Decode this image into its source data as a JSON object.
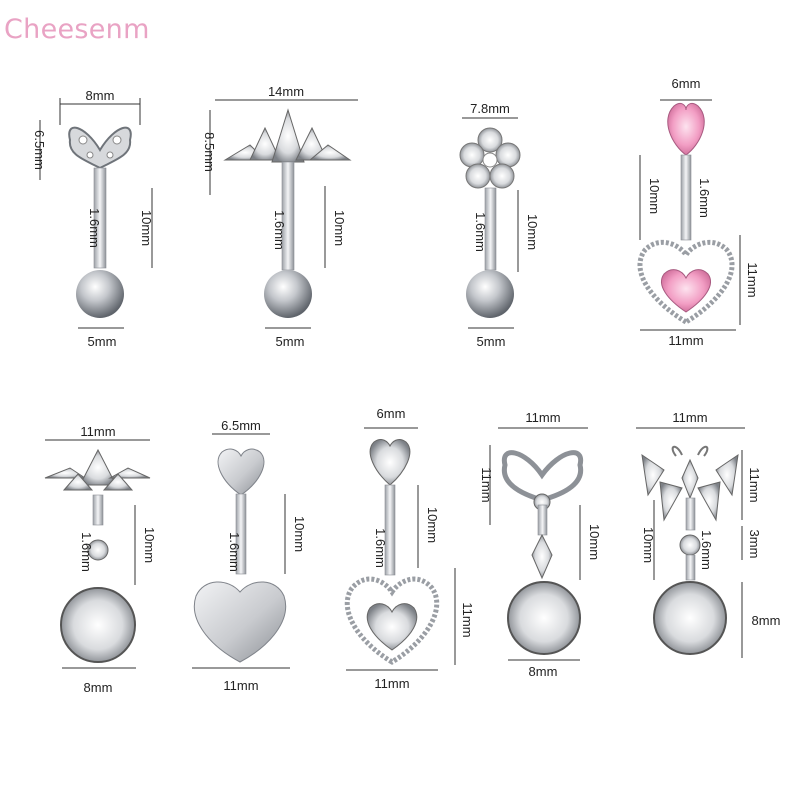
{
  "brand": {
    "name": "Cheesenm"
  },
  "colors": {
    "brand": "#e9a3c4",
    "metal": "#b9bcc1",
    "pink": "#f2a7c8"
  },
  "products": [
    {
      "name": "butterfly",
      "dims": [
        "8mm",
        "6.5mm",
        "10mm",
        "1.6mm",
        "5mm"
      ]
    },
    {
      "name": "crown",
      "dims": [
        "14mm",
        "8.5mm",
        "10mm",
        "1.6mm",
        "5mm"
      ]
    },
    {
      "name": "flower",
      "dims": [
        "7.8mm",
        "10mm",
        "1.6mm",
        "5mm"
      ]
    },
    {
      "name": "pink-heart-dangle",
      "dims": [
        "6mm",
        "10mm",
        "1.6mm",
        "11mm",
        "11mm"
      ]
    },
    {
      "name": "crown-dangle",
      "dims": [
        "11mm",
        "1.6mm",
        "10mm",
        "8mm"
      ]
    },
    {
      "name": "heart",
      "dims": [
        "6.5mm",
        "10mm",
        "1.6mm",
        "11mm"
      ]
    },
    {
      "name": "heart-dangle",
      "dims": [
        "6mm",
        "1.6mm",
        "10mm",
        "11mm",
        "11mm"
      ]
    },
    {
      "name": "butterfly-dangle",
      "dims": [
        "11mm",
        "11mm",
        "10mm",
        "8mm"
      ]
    },
    {
      "name": "butterfly-gem-dangle",
      "dims": [
        "11mm",
        "11mm",
        "3mm",
        "10mm",
        "1.6mm",
        "8mm"
      ]
    }
  ]
}
